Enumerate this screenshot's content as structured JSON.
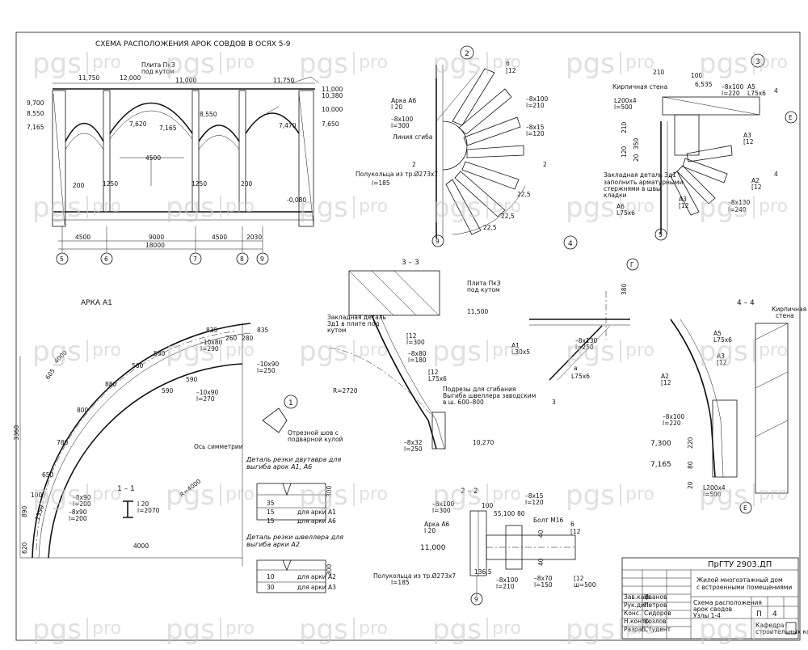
{
  "drawing": {
    "title_scheme": "СХЕМА РАСПОЛОЖЕНИЯ АРОК СОВДОВ В ОСЯХ 5-9",
    "title_arch": "АРКА А1",
    "scheme_elev": {
      "e1": "11,750",
      "e2": "12,000",
      "e3": "11,000",
      "e4": "11,750",
      "e5": "11,000",
      "e6": "10,380",
      "e7": "10,000",
      "e8": "9,700",
      "e9": "8,550",
      "e10": "7,165",
      "e11": "7,620",
      "e12": "7,165",
      "e13": "8,550",
      "e14": "7,470",
      "e15": "7,650",
      "e16": "-0,080",
      "roof1": "Плита ПкЗ",
      "roof2": "под кутом"
    },
    "scheme_dims": {
      "d1": "4500",
      "d2": "9000",
      "d3": "4500",
      "d4": "2030",
      "total": "18000",
      "mid": "4500",
      "l200": "200",
      "l1250a": "1250",
      "l1250b": "1250",
      "l200b": "200"
    },
    "axes": [
      "5",
      "6",
      "7",
      "8",
      "9"
    ],
    "node2": {
      "num": "2",
      "a1": "Арка А6",
      "a2": "I 20",
      "pl1": "–8х100",
      "pl2": "l=300",
      "line": "Линия сгиба",
      "pipe": "Полукольца из тр.Ø273х7",
      "pipe_l": "l=185",
      "r1": "–8х100",
      "r2": "l=210",
      "r3": "–8х15",
      "r4": "l=120",
      "a5": "6",
      "a6": "[12",
      "ang1": "22,5",
      "ang2": "22,5",
      "ang3": "22,5",
      "axis": "9",
      "sec": "2",
      "sec2": "2"
    },
    "node3": {
      "num": "3",
      "wall": "Кирпичная стена",
      "d1": "210",
      "d2": "100",
      "d3": "6,535",
      "l1": "L200х4",
      "l2": "l=500",
      "pl1": "–8х100",
      "pl2": "l=220",
      "a5": "А5",
      "a5b": "L75х6",
      "axE": "Е",
      "a3": "А3",
      "a3b": "[12",
      "emb": "Закладная деталь Зд1",
      "fill1": "заполнить арматурными",
      "fill2": "стержнями в швы",
      "fill3": "кладки",
      "a6": "А6",
      "a6b": "L75х6",
      "a3c": "А3",
      "a3d": "[12",
      "pl3": "–8х130",
      "pl4": "l=240",
      "a2": "А2",
      "a2b": "[12",
      "ax5": "5",
      "s4": "4",
      "s4b": "4",
      "v1": "210",
      "v2": "120",
      "v3": "350",
      "v4": "20"
    },
    "sec33": {
      "title": "3 – 3",
      "slab1": "Плита ПкЗ",
      "slab2": "под кутом",
      "elev": "11,500",
      "emb1": "Закладная деталь",
      "emb2": "Зд1 в плите под",
      "emb3": "кутом",
      "p1": "[12",
      "p2": "l=300",
      "p3": "–8х80",
      "p4": "l=180",
      "p5": "[12",
      "p6": "L75х6",
      "wel1": "Подрезы для сгибания",
      "wel2": "Выгиба швеллера заводским",
      "wel3": "в ш. 600–800",
      "r": "R=2720",
      "b1": "–8х32",
      "b2": "l=250",
      "elev2": "10,270"
    },
    "node4": {
      "num": "4",
      "axG": "Г",
      "d": "380",
      "a1": "А1",
      "a1b": "L30х5",
      "pl1": "–8х130",
      "pl2": "l=250",
      "ang": "L75х6",
      "a": "а",
      "s3": "3"
    },
    "sec44": {
      "title": "4 – 4",
      "wall1": "Кирпичная",
      "wall2": "стена",
      "a5": "А5",
      "a5b": "L75х6",
      "a3": "А3",
      "a3b": "[12",
      "a2": "А2",
      "a2b": "[12",
      "pl1": "–8х100",
      "pl2": "l=220",
      "e1": "7,300",
      "e2": "7,165",
      "d1": "220",
      "d2": "80",
      "d3": "20",
      "l1": "L200х4",
      "l2": "l=500",
      "axE": "Е"
    },
    "archA1": {
      "dims": [
        "835",
        "260",
        "280",
        "835",
        "580",
        "590",
        "560",
        "590",
        "880",
        "800",
        "780",
        "650",
        "100",
        "605"
      ],
      "top1": "–10х80",
      "top2": "l=290",
      "pl1": "–10х90",
      "pl2": "l=270",
      "pl3": "–10х90",
      "pl4": "l=250",
      "r1": "–8х90",
      "r2": "l=200",
      "r3": "–8х90",
      "r4": "l=200",
      "axis": "Ось симметрии",
      "h": "3360",
      "w": "4000",
      "rad": "R=4000",
      "left1": "4000",
      "left2": "890",
      "left3": "620",
      "left4": "1350",
      "node1": "1",
      "t1": "Отрезной шов с",
      "t2": "подварной кулой"
    },
    "sec11": {
      "title": "1 – 1",
      "p1": "I 20",
      "p2": "l=2070"
    },
    "det1": {
      "t1": "Деталь резки двутавра для",
      "t2": "выгиба арок А1, А6",
      "rows": [
        "35",
        "15",
        "15"
      ],
      "a": "для арки А1",
      "b": "для арки А6",
      "dim": "300"
    },
    "det2": {
      "t1": "Деталь резки швеллера для",
      "t2": "выгиба арки А2",
      "rows": [
        "10",
        "30"
      ],
      "a": "для арки А2",
      "b": "для арки А3",
      "dim": "300"
    },
    "sec22": {
      "title": "2 – 2",
      "a": "Арка А6",
      "b": "I 20",
      "pl1": "–8х100",
      "pl2": "l=300",
      "elev": "11,000",
      "pipe": "Полукольца из тр.Ø273х7",
      "pipe_l": "l=185",
      "d1": "100",
      "d2": "55,100",
      "d3": "80",
      "d4": "136,5",
      "bolt": "Болт М16",
      "pl3": "–8х15",
      "pl4": "l=120",
      "six": "6",
      "ch": "[12",
      "pl5": "–8х100",
      "pl6": "l=210",
      "pl7": "–8х70",
      "pl8": "l=150",
      "ch2": "[12",
      "ch3": "ш=500",
      "v1": "40",
      "v2": "40",
      "axis": "9"
    },
    "stamp": {
      "code": "ПрГТУ 2903.ДП",
      "line1": "Жилой многоэтажный дом",
      "line2": "с встроенными помещениями",
      "stage": "П",
      "sheet": "4",
      "desc1": "Схема расположения",
      "desc2": "арок сводов",
      "desc3": "Узлы 1-4",
      "org1": "Кафедра",
      "org2": "строительных конструкций",
      "roles": [
        "Зав.каф.",
        "Рук.дип.",
        "Конс.",
        "Н.контр.",
        "Разраб."
      ],
      "names": [
        "Иванов",
        "Петров",
        "Сидоров",
        "Козлов",
        "Студент"
      ]
    },
    "watermark": {
      "brand": "pgs",
      "suffix": "pro"
    }
  }
}
